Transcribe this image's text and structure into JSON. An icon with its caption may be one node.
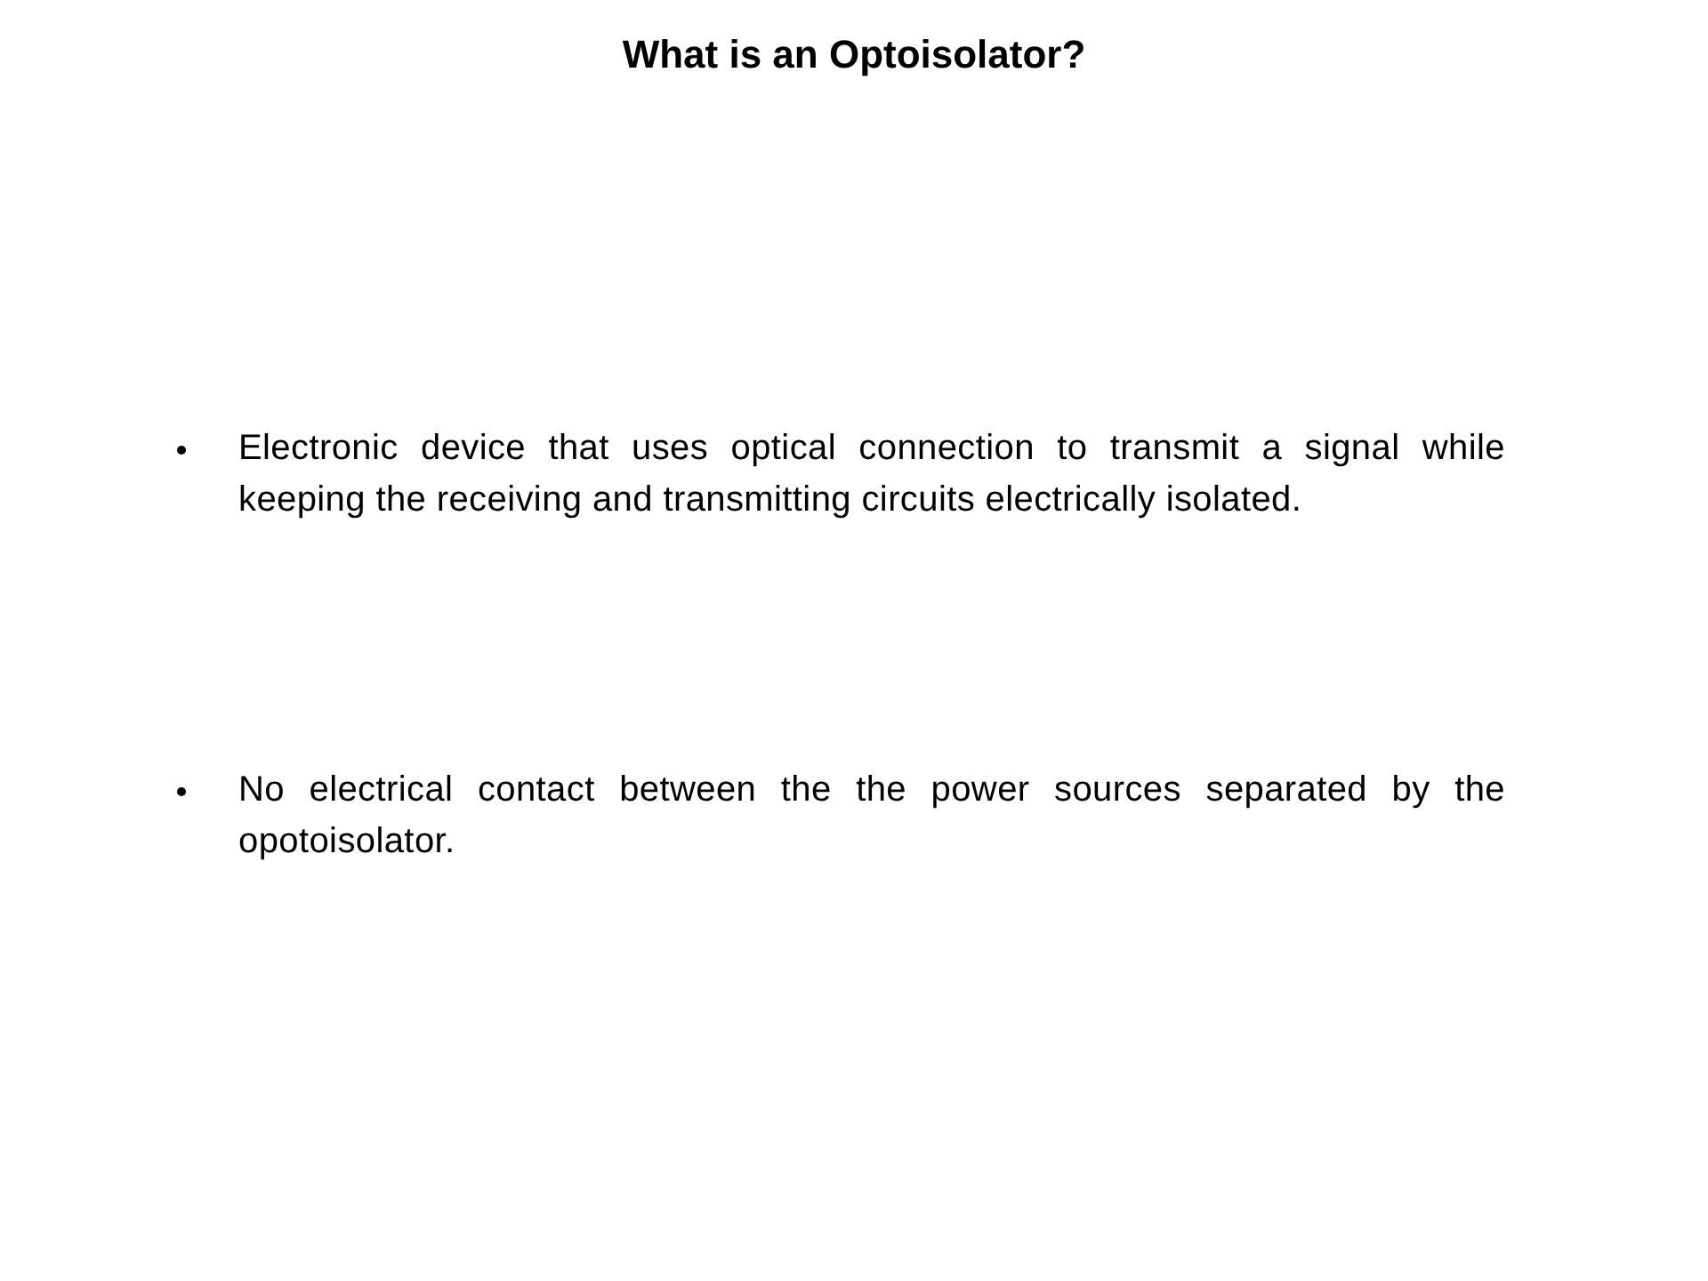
{
  "diagram": {
    "title": "What is an Optoisolator?",
    "labels": [
      "Electronic device that uses optical connection to transmit a signal while keeping the receiving and transmitting circuits electrically isolated.",
      "No electrical contact between the the power sources separated by the opotoisolator."
    ]
  }
}
